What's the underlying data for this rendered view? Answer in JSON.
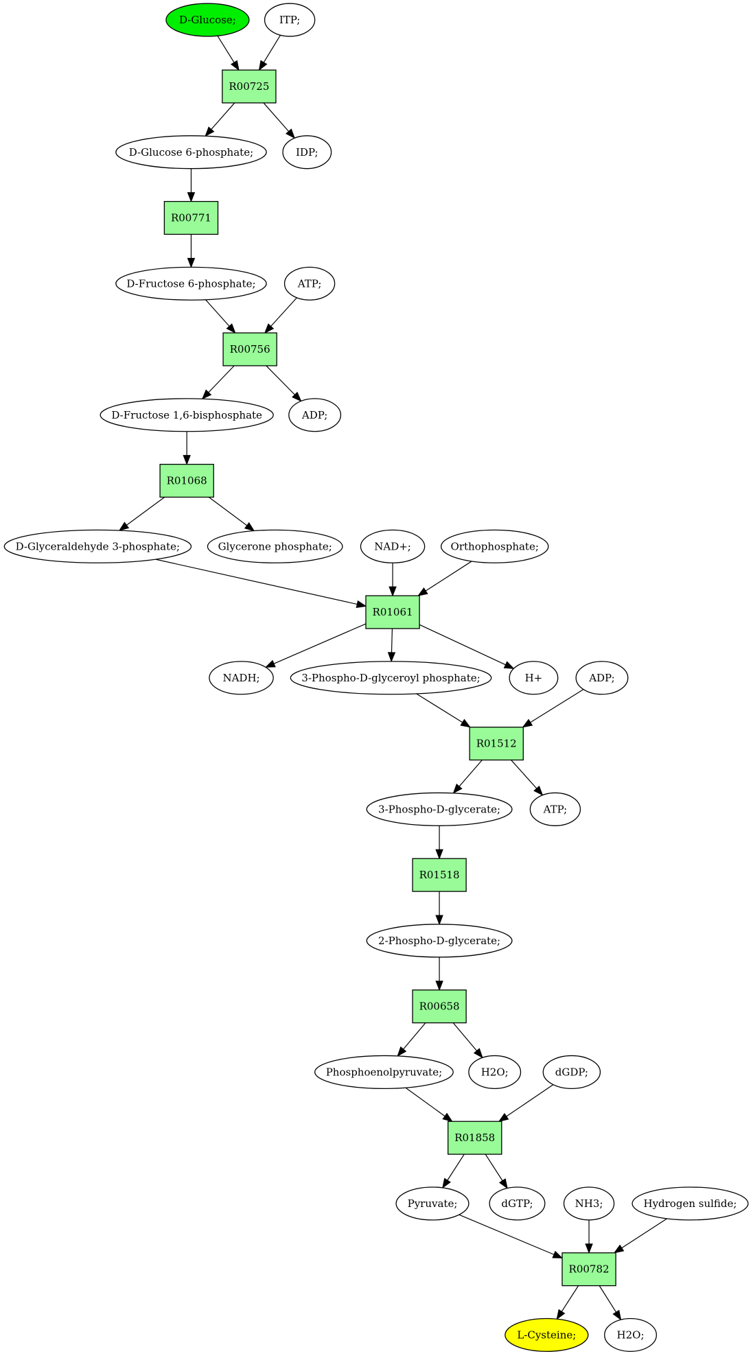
{
  "diagram": {
    "type": "metabolic-pathway-graph",
    "colors": {
      "reaction_fill": "#98fb98",
      "start_fill": "#00ee00",
      "target_fill": "#ffff00",
      "compound_fill": "#ffffff",
      "stroke": "#000000"
    },
    "nodes": [
      {
        "id": "c_glucose",
        "kind": "compound",
        "label": "D-Glucose;",
        "role": "start"
      },
      {
        "id": "c_itp",
        "kind": "compound",
        "label": "ITP;"
      },
      {
        "id": "r00725",
        "kind": "reaction",
        "label": "R00725"
      },
      {
        "id": "c_g6p",
        "kind": "compound",
        "label": "D-Glucose 6-phosphate;"
      },
      {
        "id": "c_idp",
        "kind": "compound",
        "label": "IDP;"
      },
      {
        "id": "r00771",
        "kind": "reaction",
        "label": "R00771"
      },
      {
        "id": "c_f6p",
        "kind": "compound",
        "label": "D-Fructose 6-phosphate;"
      },
      {
        "id": "c_atp1",
        "kind": "compound",
        "label": "ATP;"
      },
      {
        "id": "r00756",
        "kind": "reaction",
        "label": "R00756"
      },
      {
        "id": "c_fbp",
        "kind": "compound",
        "label": "D-Fructose 1,6-bisphosphate"
      },
      {
        "id": "c_adp1",
        "kind": "compound",
        "label": "ADP;"
      },
      {
        "id": "r01068",
        "kind": "reaction",
        "label": "R01068"
      },
      {
        "id": "c_gap",
        "kind": "compound",
        "label": "D-Glyceraldehyde 3-phosphate;"
      },
      {
        "id": "c_dhap",
        "kind": "compound",
        "label": "Glycerone phosphate;"
      },
      {
        "id": "c_nad",
        "kind": "compound",
        "label": "NAD+;"
      },
      {
        "id": "c_pi",
        "kind": "compound",
        "label": "Orthophosphate;"
      },
      {
        "id": "r01061",
        "kind": "reaction",
        "label": "R01061"
      },
      {
        "id": "c_nadh",
        "kind": "compound",
        "label": "NADH;"
      },
      {
        "id": "c_bpg",
        "kind": "compound",
        "label": "3-Phospho-D-glyceroyl phosphate;"
      },
      {
        "id": "c_h",
        "kind": "compound",
        "label": "H+"
      },
      {
        "id": "c_adp2",
        "kind": "compound",
        "label": "ADP;"
      },
      {
        "id": "r01512",
        "kind": "reaction",
        "label": "R01512"
      },
      {
        "id": "c_3pg",
        "kind": "compound",
        "label": "3-Phospho-D-glycerate;"
      },
      {
        "id": "c_atp2",
        "kind": "compound",
        "label": "ATP;"
      },
      {
        "id": "r01518",
        "kind": "reaction",
        "label": "R01518"
      },
      {
        "id": "c_2pg",
        "kind": "compound",
        "label": "2-Phospho-D-glycerate;"
      },
      {
        "id": "r00658",
        "kind": "reaction",
        "label": "R00658"
      },
      {
        "id": "c_pep",
        "kind": "compound",
        "label": "Phosphoenolpyruvate;"
      },
      {
        "id": "c_h2o1",
        "kind": "compound",
        "label": "H2O;"
      },
      {
        "id": "c_dgdp",
        "kind": "compound",
        "label": "dGDP;"
      },
      {
        "id": "r01858",
        "kind": "reaction",
        "label": "R01858"
      },
      {
        "id": "c_pyr",
        "kind": "compound",
        "label": "Pyruvate;"
      },
      {
        "id": "c_dgtp",
        "kind": "compound",
        "label": "dGTP;"
      },
      {
        "id": "c_nh3",
        "kind": "compound",
        "label": "NH3;"
      },
      {
        "id": "c_h2s",
        "kind": "compound",
        "label": "Hydrogen sulfide;"
      },
      {
        "id": "r00782",
        "kind": "reaction",
        "label": "R00782"
      },
      {
        "id": "c_cys",
        "kind": "compound",
        "label": "L-Cysteine;",
        "role": "target"
      },
      {
        "id": "c_h2o2",
        "kind": "compound",
        "label": "H2O;"
      }
    ],
    "edges": [
      {
        "from": "c_glucose",
        "to": "r00725"
      },
      {
        "from": "c_itp",
        "to": "r00725"
      },
      {
        "from": "r00725",
        "to": "c_g6p"
      },
      {
        "from": "r00725",
        "to": "c_idp"
      },
      {
        "from": "c_g6p",
        "to": "r00771"
      },
      {
        "from": "r00771",
        "to": "c_f6p"
      },
      {
        "from": "c_f6p",
        "to": "r00756"
      },
      {
        "from": "c_atp1",
        "to": "r00756"
      },
      {
        "from": "r00756",
        "to": "c_fbp"
      },
      {
        "from": "r00756",
        "to": "c_adp1"
      },
      {
        "from": "c_fbp",
        "to": "r01068"
      },
      {
        "from": "r01068",
        "to": "c_gap"
      },
      {
        "from": "r01068",
        "to": "c_dhap"
      },
      {
        "from": "c_gap",
        "to": "r01061"
      },
      {
        "from": "c_nad",
        "to": "r01061"
      },
      {
        "from": "c_pi",
        "to": "r01061"
      },
      {
        "from": "r01061",
        "to": "c_nadh"
      },
      {
        "from": "r01061",
        "to": "c_bpg"
      },
      {
        "from": "r01061",
        "to": "c_h"
      },
      {
        "from": "c_bpg",
        "to": "r01512"
      },
      {
        "from": "c_adp2",
        "to": "r01512"
      },
      {
        "from": "r01512",
        "to": "c_3pg"
      },
      {
        "from": "r01512",
        "to": "c_atp2"
      },
      {
        "from": "c_3pg",
        "to": "r01518"
      },
      {
        "from": "r01518",
        "to": "c_2pg"
      },
      {
        "from": "c_2pg",
        "to": "r00658"
      },
      {
        "from": "r00658",
        "to": "c_pep"
      },
      {
        "from": "r00658",
        "to": "c_h2o1"
      },
      {
        "from": "c_pep",
        "to": "r01858"
      },
      {
        "from": "c_dgdp",
        "to": "r01858"
      },
      {
        "from": "r01858",
        "to": "c_pyr"
      },
      {
        "from": "r01858",
        "to": "c_dgtp"
      },
      {
        "from": "c_pyr",
        "to": "r00782"
      },
      {
        "from": "c_nh3",
        "to": "r00782"
      },
      {
        "from": "c_h2s",
        "to": "r00782"
      },
      {
        "from": "r00782",
        "to": "c_cys"
      },
      {
        "from": "r00782",
        "to": "c_h2o2"
      }
    ]
  }
}
